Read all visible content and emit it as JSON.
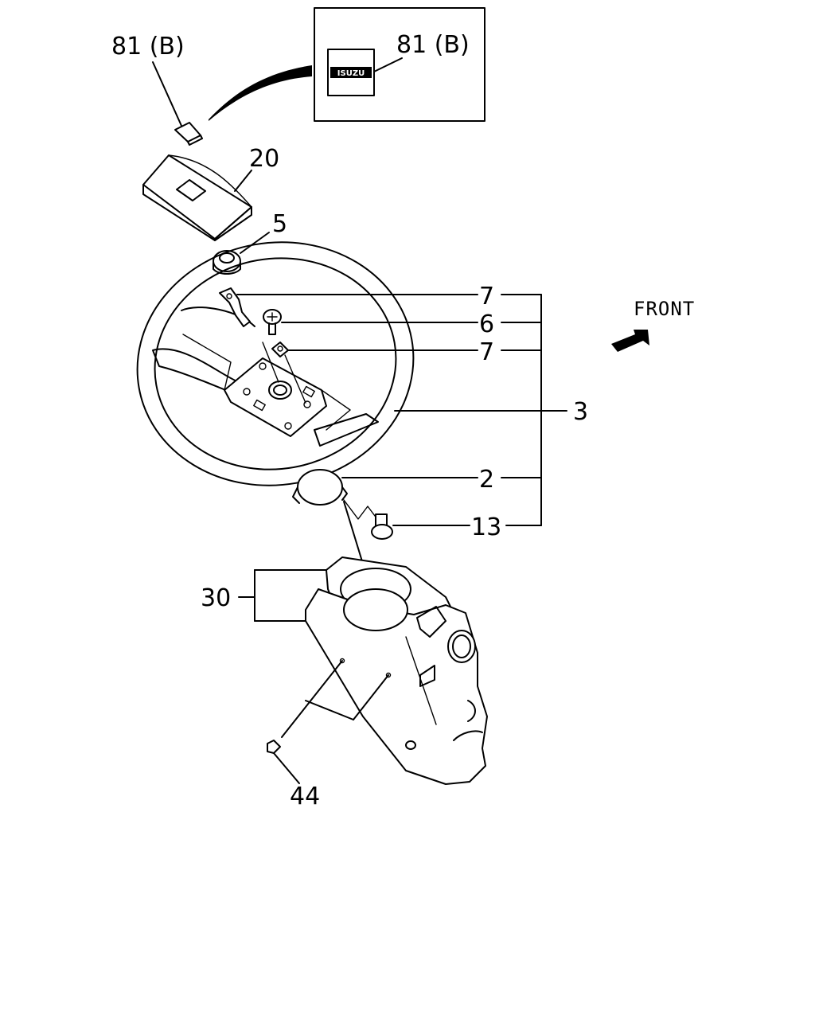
{
  "labels": {
    "part_81b_left": "81 (B)",
    "part_81b_inset": "81 (B)",
    "part_20": "20",
    "part_5": "5",
    "part_7_top": "7",
    "part_6": "6",
    "part_7_bottom": "7",
    "part_3": "3",
    "part_2": "2",
    "part_13": "13",
    "part_30": "30",
    "part_44": "44",
    "front": "FRONT"
  },
  "inset": {
    "logo_text": "ISUZU"
  },
  "icons": {
    "front_arrow": "arrow-right-icon"
  }
}
